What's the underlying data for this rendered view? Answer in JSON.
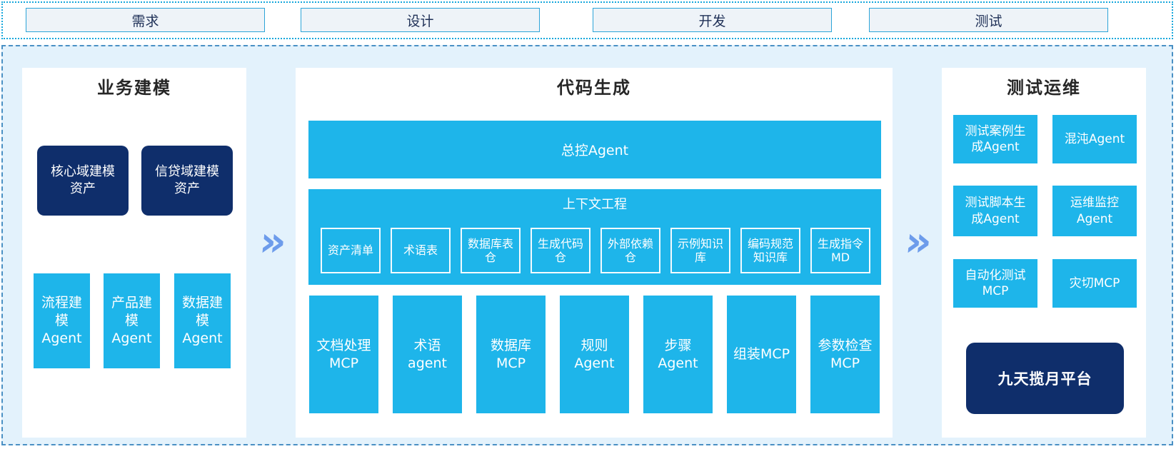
{
  "phases": [
    {
      "label": "需求"
    },
    {
      "label": "设计"
    },
    {
      "label": "开发"
    },
    {
      "label": "测试"
    }
  ],
  "panels": {
    "business_modeling": {
      "title": "业务建模",
      "assets": [
        "核心域建模资产",
        "信贷域建模资产"
      ],
      "agents": [
        "流程建模Agent",
        "产品建模Agent",
        "数据建模Agent"
      ]
    },
    "code_generation": {
      "title": "代码生成",
      "master_agent": "总控Agent",
      "context_engineering": {
        "title": "上下文工程",
        "items": [
          "资产清单",
          "术语表",
          "数据库表仓",
          "生成代码仓",
          "外部依赖仓",
          "示例知识库",
          "编码规范知识库",
          "生成指令MD"
        ]
      },
      "tools": [
        "文档处理MCP",
        "术语agent",
        "数据库MCP",
        "规则Agent",
        "步骤Agent",
        "组装MCP",
        "参数检查MCP"
      ]
    },
    "test_ops": {
      "title": "测试运维",
      "boxes": [
        "测试案例生成Agent",
        "混沌Agent",
        "测试脚本生成Agent",
        "运维监控Agent",
        "自动化测试MCP",
        "灾切MCP"
      ],
      "platform": "九天揽月平台"
    }
  },
  "arrow_glyph": "»",
  "colors": {
    "cyan": "#1eb5ea",
    "navy": "#0f2e6b",
    "panel_background": "#e3f2fc",
    "phase_box_background": "#eef3f8",
    "phase_border": "#2da4d8",
    "dotted_border": "#16a7dc",
    "dashed_border": "#4a90c4",
    "arrow_blue": "#6d9ceb",
    "title_text": "#262626",
    "phase_text": "#1f3057"
  }
}
